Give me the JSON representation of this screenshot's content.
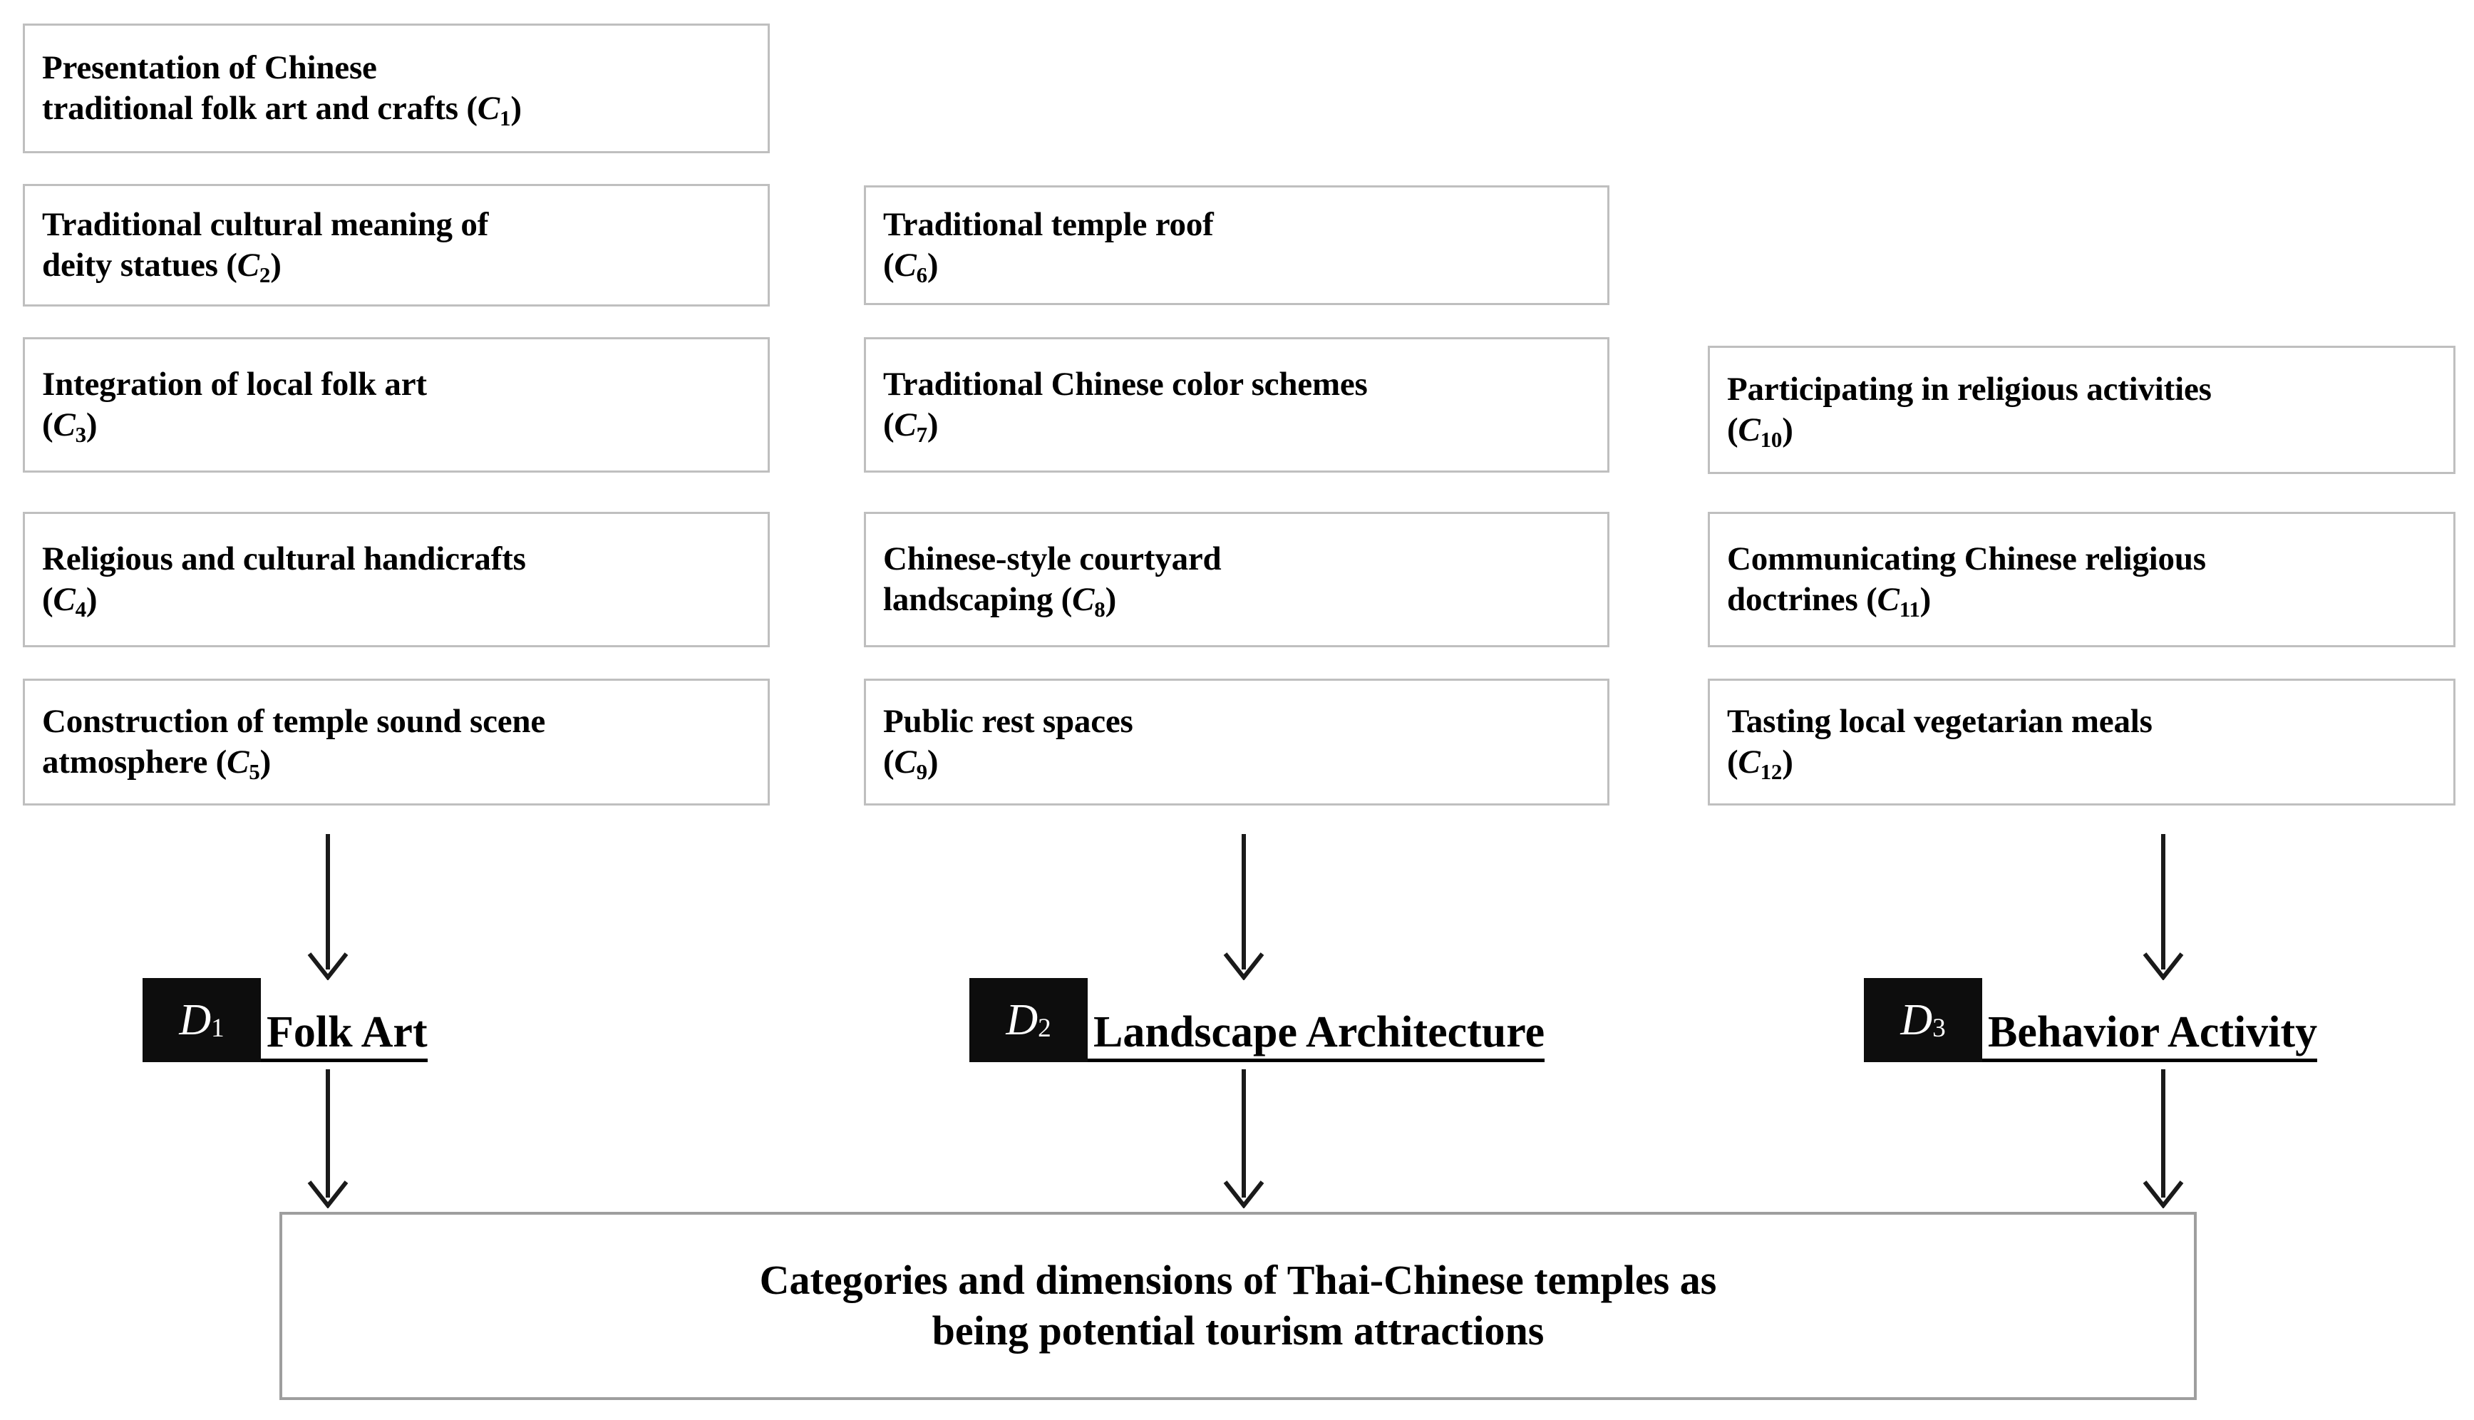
{
  "diagram": {
    "title": "Categories and dimensions of Thai-Chinese temples as being potential tourism attractions",
    "columns": [
      {
        "dimension_code": "D",
        "dimension_index": "1",
        "dimension_label": "Folk Art",
        "categories": [
          {
            "text": "Presentation of Chinese\ntraditional folk art and crafts (",
            "code": "C",
            "index": "1",
            "suffix": ")"
          },
          {
            "text": "Traditional cultural meaning of\ndeity statues (",
            "code": "C",
            "index": "2",
            "suffix": ")"
          },
          {
            "text": " Integration of local folk art\n(",
            "code": "C",
            "index": "3",
            "suffix": ")"
          },
          {
            "text": " Religious and cultural handicrafts\n(",
            "code": "C",
            "index": "4",
            "suffix": ")"
          },
          {
            "text": "Construction of temple sound scene\natmosphere (",
            "code": "C",
            "index": "5",
            "suffix": ")"
          }
        ]
      },
      {
        "dimension_code": "D",
        "dimension_index": "2",
        "dimension_label": "Landscape Architecture",
        "categories": [
          {
            "text": "Traditional temple roof\n (",
            "code": "C",
            "index": "6",
            "suffix": ")"
          },
          {
            "text": "Traditional Chinese color schemes\n(",
            "code": "C",
            "index": "7",
            "suffix": ")"
          },
          {
            "text": "Chinese-style courtyard\nlandscaping (",
            "code": "C",
            "index": "8",
            "suffix": ")"
          },
          {
            "text": "Public rest spaces\n (",
            "code": "C",
            "index": "9",
            "suffix": ")"
          }
        ]
      },
      {
        "dimension_code": "D",
        "dimension_index": "3",
        "dimension_label": "Behavior Activity",
        "categories": [
          {
            "text": "Participating in religious activities\n(",
            "code": "C",
            "index": "10",
            "suffix": ")"
          },
          {
            "text": "Communicating Chinese religious\ndoctrines  (",
            "code": "C",
            "index": "11",
            "suffix": ")"
          },
          {
            "text": "Tasting local vegetarian meals\n(",
            "code": "C",
            "index": "12",
            "suffix": ")"
          }
        ]
      }
    ],
    "goal": {
      "line1": "Categories and dimensions of Thai-Chinese temples as",
      "line2": "being potential tourism attractions"
    },
    "colors": {
      "box_border": "#bfbfbf",
      "goal_border": "#9e9e9e",
      "tag_background": "#0d0d0d",
      "tag_text": "#ffffff",
      "arrow": "#1a1a1a",
      "text": "#000000",
      "background": "#ffffff"
    }
  }
}
